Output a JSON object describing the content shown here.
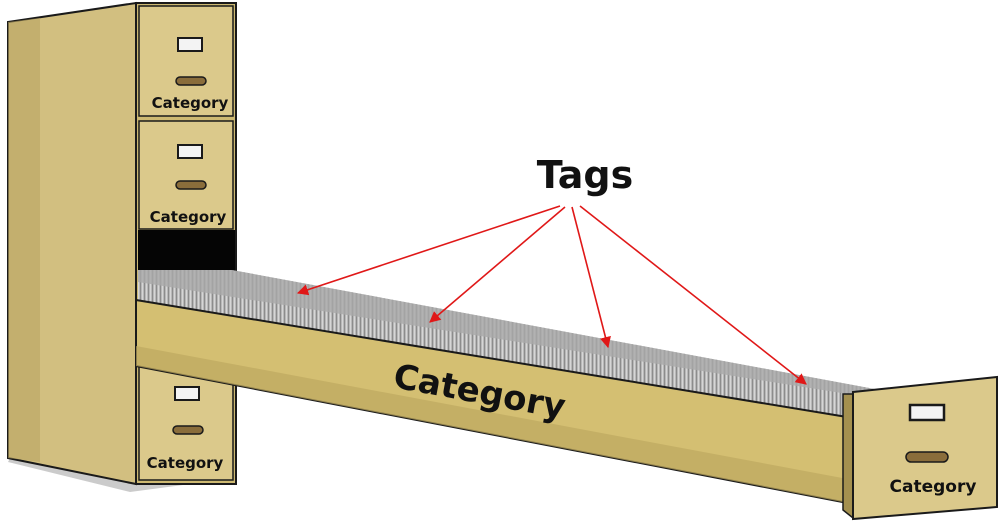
{
  "diagram": {
    "heading": "Tags",
    "cabinet_drawers": [
      {
        "label": "Category"
      },
      {
        "label": "Category"
      },
      {
        "label": "Category"
      }
    ],
    "open_drawer": {
      "side_label": "Category",
      "front_label": "Category"
    },
    "arrow_count": 4
  },
  "colors": {
    "cabinet": "#dbc98b",
    "cabinet_shade": "#c8b46e",
    "cabinet_dark": "#a4904f",
    "outline": "#1a1a1a",
    "folders": "#b6b6b6",
    "arrow": "#e01818",
    "slot": "#050505"
  }
}
